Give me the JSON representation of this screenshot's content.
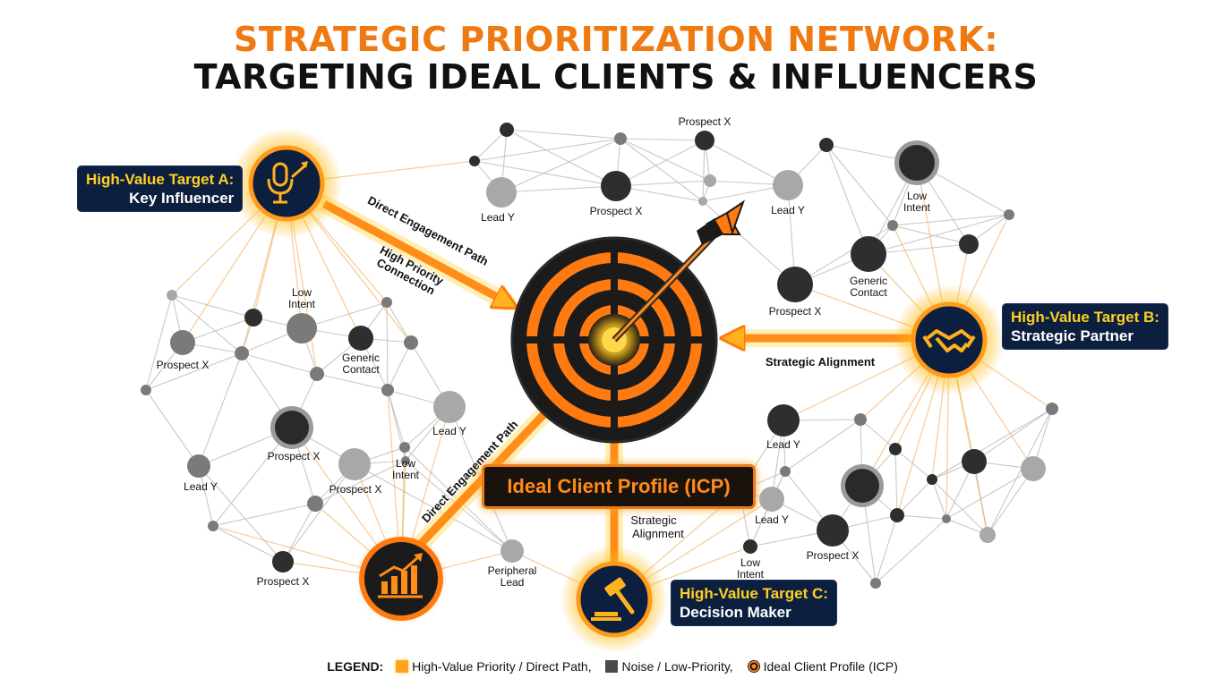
{
  "title": {
    "line1": "STRATEGIC PRIORITIZATION NETWORK:",
    "line2": "TARGETING IDEAL CLIENTS & INFLUENCERS"
  },
  "targets": {
    "a": {
      "line1": "High-Value Target A:",
      "line2": "Key Influencer",
      "icon": "microphone-growth-icon"
    },
    "b": {
      "line1": "High-Value Target B:",
      "line2": "Strategic Partner",
      "icon": "handshake-icon"
    },
    "c": {
      "line1": "High-Value Target C:",
      "line2": "Decision Maker",
      "icon": "gavel-icon"
    },
    "growth": {
      "icon": "bar-chart-growth-icon"
    }
  },
  "center": {
    "label": "Ideal Client Profile (ICP)",
    "icon": "target-arrow-icon"
  },
  "paths": {
    "direct_engagement_a": "Direct Engagement Path",
    "high_priority": "High Priority Connection",
    "strategic_alignment_b": "Strategic Alignment",
    "direct_engagement_growth": "Direct Engagement Path",
    "strategic_alignment_c": "Strategic Alignment"
  },
  "node_labels": {
    "prospect": "Prospect X",
    "lead": "Lead Y",
    "low_intent": "Low Intent",
    "generic_contact": "Generic Contact",
    "peripheral_lead": "Peripheral Lead"
  },
  "legend": {
    "title": "LEGEND:",
    "item1": "High-Value Priority / Direct Path,",
    "item2": "Noise / Low-Priority,",
    "item3": "Ideal Client Profile (ICP)"
  },
  "colors": {
    "accent": "#f07a12",
    "highlight": "#ffcf24",
    "navy": "#0d1f3f",
    "node_dark": "#2e2e2e",
    "node_mid": "#7a7a7a",
    "node_light": "#a8a8a8"
  }
}
